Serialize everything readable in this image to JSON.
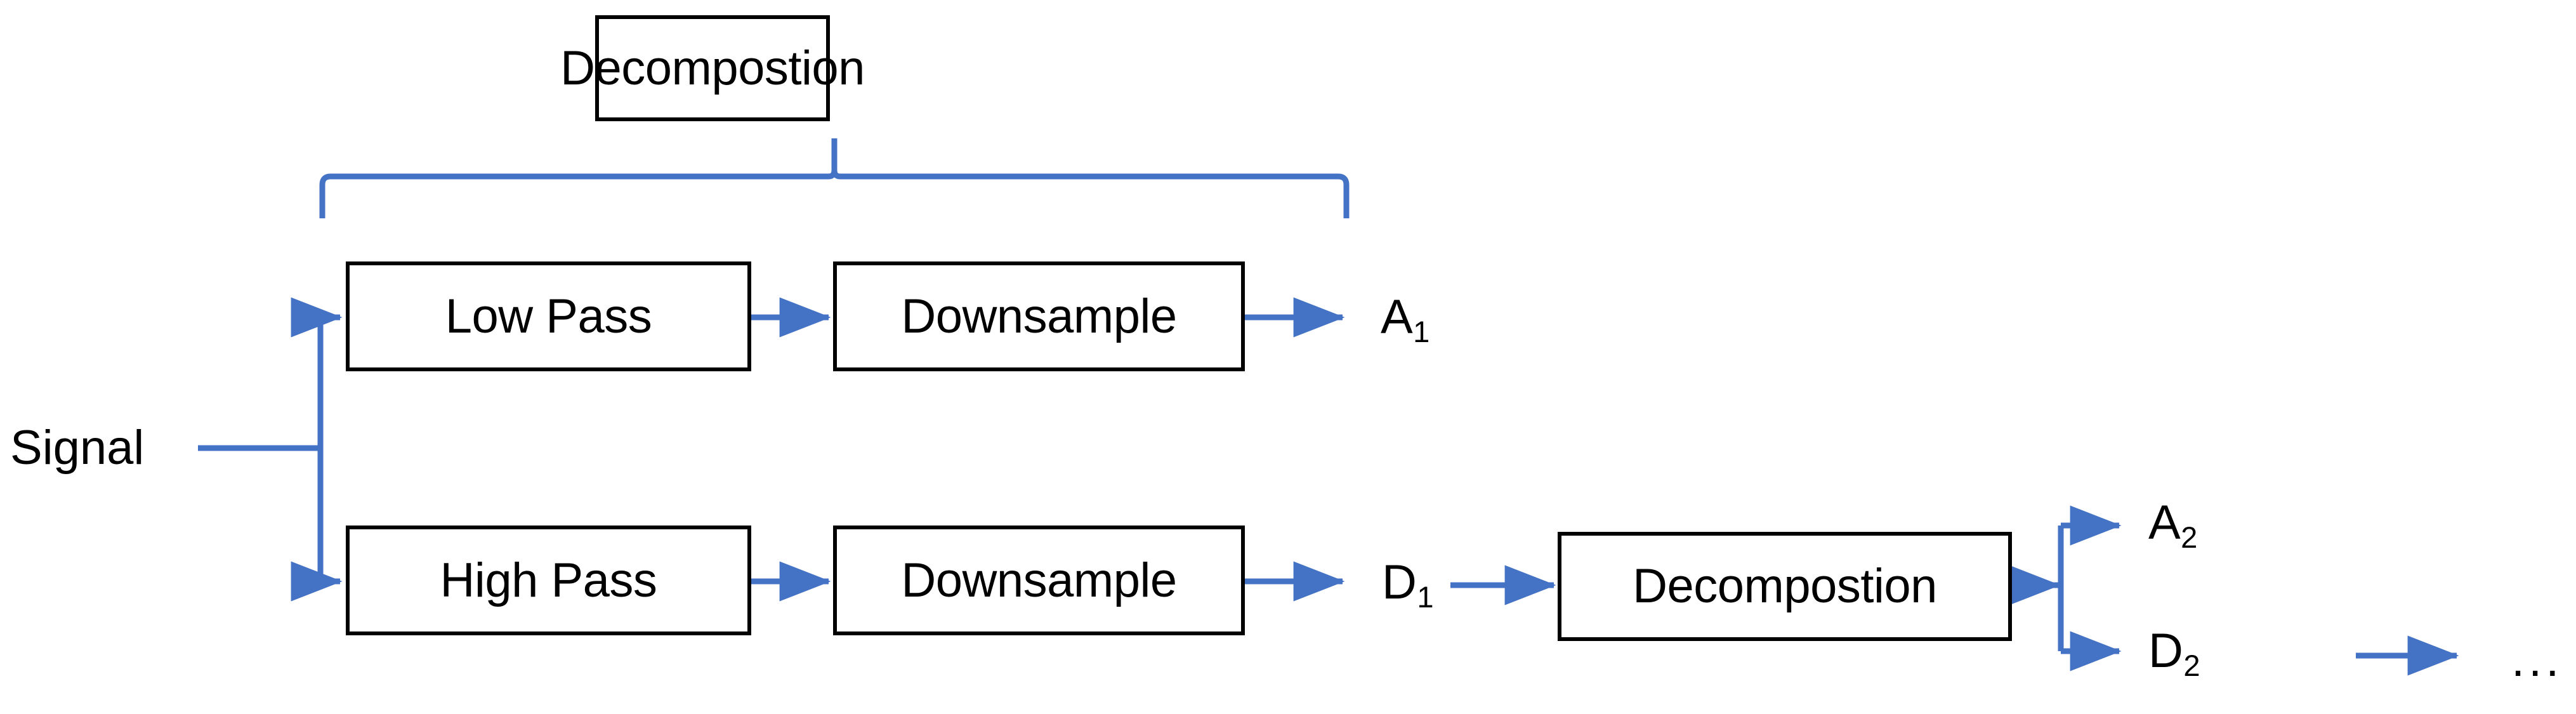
{
  "diagram": {
    "title_box": {
      "label": "Decompostion"
    },
    "brace": {
      "name": "decomposition-scope-brace"
    },
    "source": {
      "label": "Signal"
    },
    "branches": {
      "upper": {
        "filter": {
          "label": "Low Pass"
        },
        "sampler": {
          "label": "Downsample"
        },
        "output": {
          "base": "A",
          "sub": "1"
        }
      },
      "lower": {
        "filter": {
          "label": "High Pass"
        },
        "sampler": {
          "label": "Downsample"
        },
        "output": {
          "base": "D",
          "sub": "1"
        }
      }
    },
    "stage2": {
      "block": {
        "label": "Decompostion"
      },
      "outputs": [
        {
          "base": "A",
          "sub": "2"
        },
        {
          "base": "D",
          "sub": "2"
        }
      ],
      "continuation": {
        "label": "..."
      }
    },
    "colors": {
      "connector": "#4472C4",
      "box_border": "#000000",
      "text": "#000000",
      "background": "#FFFFFF"
    }
  }
}
